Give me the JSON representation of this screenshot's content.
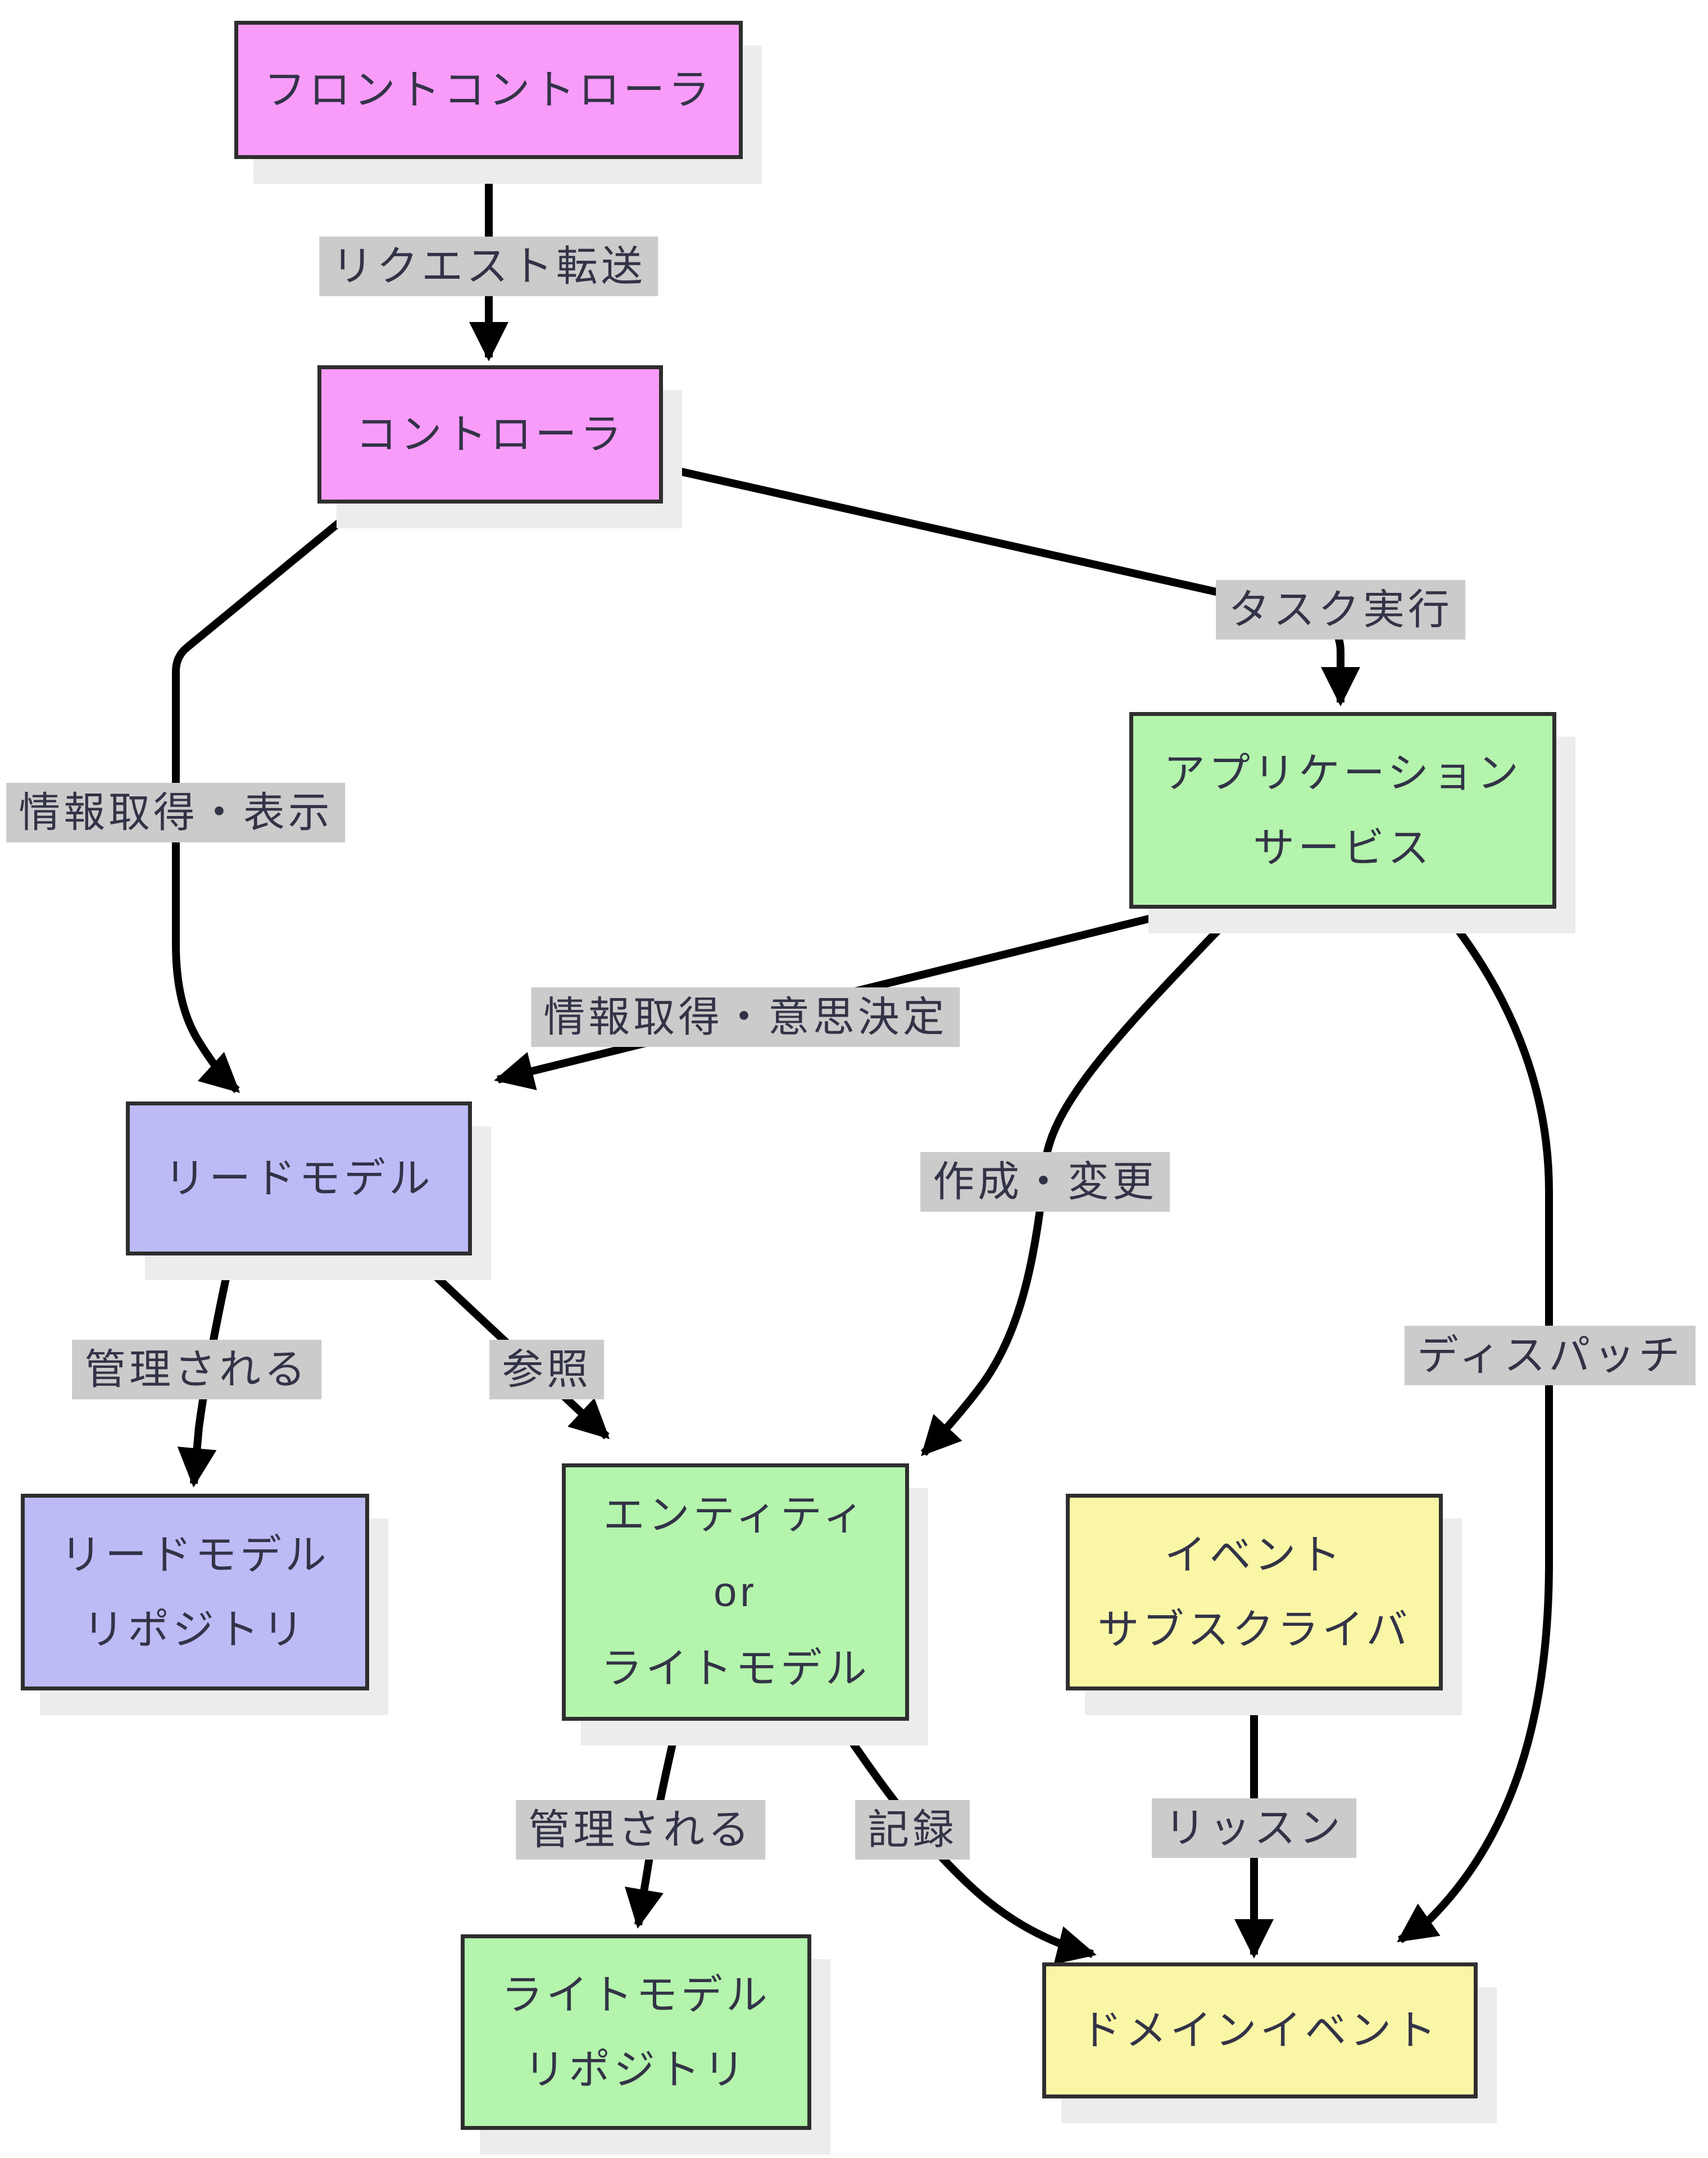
{
  "diagram": {
    "background": "#ffffff",
    "colors": {
      "pink": "#f99cf9",
      "green": "#b4f4ac",
      "purple": "#bcbbf6",
      "yellow": "#f9f7a6",
      "label_bg": "#cbcbcb",
      "text": "#333347",
      "node_border": "#2e2e2e",
      "edge": "#000000",
      "shadow": "#ececec"
    },
    "nodes": {
      "front_controller": {
        "fill": "#f99cf9",
        "lines": [
          "フロントコントローラ"
        ]
      },
      "controller": {
        "fill": "#f99cf9",
        "lines": [
          "コントローラ"
        ]
      },
      "application_service": {
        "fill": "#b4f4ac",
        "lines": [
          "アプリケーション",
          "サービス"
        ]
      },
      "read_model": {
        "fill": "#bcbbf6",
        "lines": [
          "リードモデル"
        ]
      },
      "read_model_repository": {
        "fill": "#bcbbf6",
        "lines": [
          "リードモデル",
          "リポジトリ"
        ]
      },
      "entity_or_write_model": {
        "fill": "#b4f4ac",
        "lines": [
          "エンティティ",
          "or",
          "ライトモデル"
        ]
      },
      "event_subscriber": {
        "fill": "#f9f7a6",
        "lines": [
          "イベント",
          "サブスクライバ"
        ]
      },
      "write_model_repository": {
        "fill": "#b4f4ac",
        "lines": [
          "ライトモデル",
          "リポジトリ"
        ]
      },
      "domain_event": {
        "fill": "#f9f7a6",
        "lines": [
          "ドメインイベント"
        ]
      }
    },
    "edge_labels": {
      "request_forward": "リクエスト転送",
      "task_execute": "タスク実行",
      "info_display": "情報取得・表示",
      "info_decision": "情報取得・意思決定",
      "create_change": "作成・変更",
      "managed_read": "管理される",
      "reference": "参照",
      "dispatch": "ディスパッチ",
      "managed_write": "管理される",
      "record": "記録",
      "listen": "リッスン"
    }
  }
}
